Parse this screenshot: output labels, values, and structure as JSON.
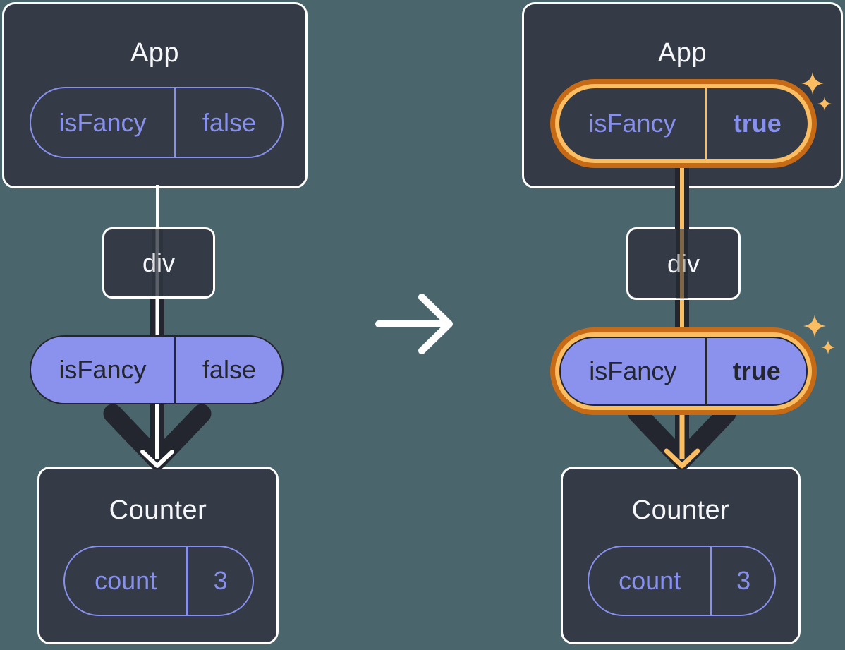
{
  "diagram": {
    "before": {
      "app": {
        "title": "App",
        "state": {
          "name": "isFancy",
          "value": "false"
        }
      },
      "container": {
        "label": "div"
      },
      "prop": {
        "name": "isFancy",
        "value": "false"
      },
      "counter": {
        "title": "Counter",
        "state": {
          "name": "count",
          "value": "3"
        }
      }
    },
    "after": {
      "app": {
        "title": "App",
        "state": {
          "name": "isFancy",
          "value": "true"
        }
      },
      "container": {
        "label": "div"
      },
      "prop": {
        "name": "isFancy",
        "value": "true"
      },
      "counter": {
        "title": "Counter",
        "state": {
          "name": "count",
          "value": "3"
        }
      }
    }
  },
  "icons": {
    "transition_arrow": "right-arrow-icon",
    "sparkle": "sparkle-icon"
  },
  "colors": {
    "background": "#4A656C",
    "card": "#343A46",
    "card_border": "#FFFFFF",
    "purple": "#8790EC",
    "purple_fill": "#8B92EE",
    "dark": "#23262E",
    "highlight_orange_dark": "#C76A15",
    "highlight_orange_light": "#FABD62"
  }
}
